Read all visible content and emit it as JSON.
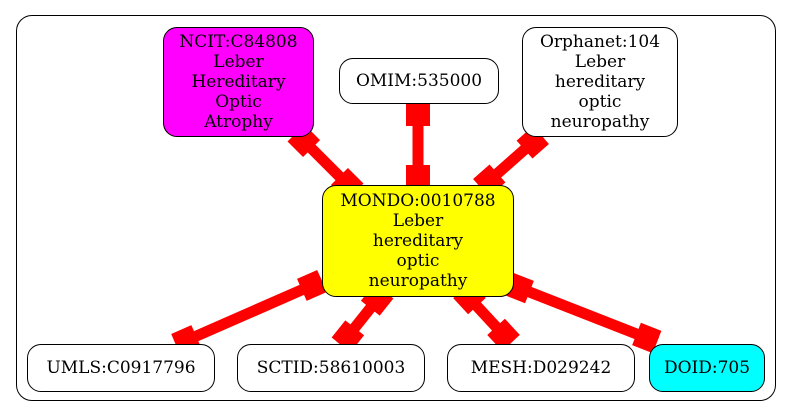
{
  "diagram": {
    "center": {
      "id": "center",
      "lines": [
        "MONDO:0010788",
        "Leber",
        "hereditary",
        "optic",
        "neuropathy"
      ],
      "fill": "#ffff00"
    },
    "nodes": [
      {
        "id": "ncit",
        "lines": [
          "NCIT:C84808",
          "Leber",
          "Hereditary",
          "Optic",
          "Atrophy"
        ],
        "fill": "#ff00ff"
      },
      {
        "id": "omim",
        "lines": [
          "OMIM:535000"
        ],
        "fill": "#ffffff"
      },
      {
        "id": "orphanet",
        "lines": [
          "Orphanet:104",
          "Leber",
          "hereditary",
          "optic",
          "neuropathy"
        ],
        "fill": "#ffffff"
      },
      {
        "id": "umls",
        "lines": [
          "UMLS:C0917796"
        ],
        "fill": "#ffffff"
      },
      {
        "id": "sctid",
        "lines": [
          "SCTID:58610003"
        ],
        "fill": "#ffffff"
      },
      {
        "id": "mesh",
        "lines": [
          "MESH:D029242"
        ],
        "fill": "#ffffff"
      },
      {
        "id": "doid",
        "lines": [
          "DOID:705"
        ],
        "fill": "#00ffff"
      }
    ],
    "edges": [
      {
        "from": "center",
        "to": "ncit"
      },
      {
        "from": "center",
        "to": "omim"
      },
      {
        "from": "center",
        "to": "orphanet"
      },
      {
        "from": "center",
        "to": "umls"
      },
      {
        "from": "center",
        "to": "sctid"
      },
      {
        "from": "center",
        "to": "mesh"
      },
      {
        "from": "center",
        "to": "doid"
      }
    ],
    "edge_color": "#ff0000"
  }
}
